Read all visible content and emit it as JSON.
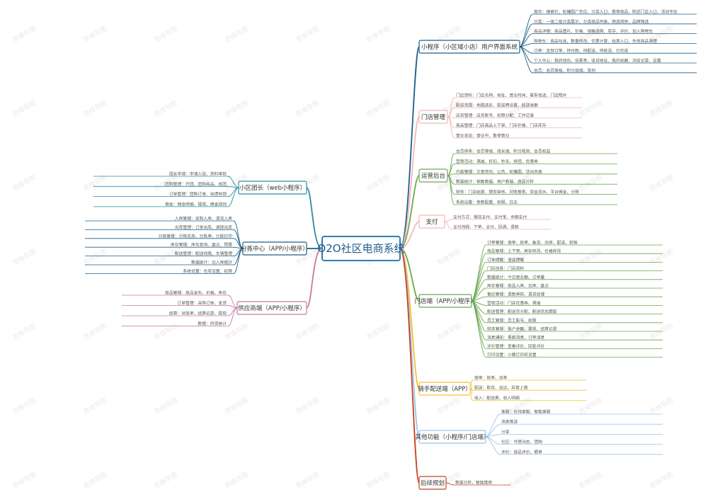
{
  "central_topic": "O2O社区电商系统",
  "branches": [
    {
      "id": "b1",
      "label": "小程序（小区域小店）用户界面系统",
      "color": "#1f5f8b",
      "side": "right",
      "leaves": [
        "首页：搜索栏、轮播图广告位、分类入口、推荐商品、附近门店入口、活动专区",
        "分类：一级二级分类展示、分类商品列表、筛选排序、品牌筛选",
        "商品详情：商品图片、价格、规格选择、库存、评价、加入购物车",
        "购物车：商品勾选、数量修改、优惠计算、结算入口、失效商品清理",
        "订单：全部订单、待付款、待配送、待收货、已完成",
        "个人中心：我的钱包、优惠券、收货地址、我的收藏、浏览记录、设置",
        "会员：会员等级、积分商城、签到"
      ]
    },
    {
      "id": "b2",
      "label": "门店管理",
      "color": "#f4b6b6",
      "side": "right",
      "leaves": [
        "门店资料：门店名称、地址、营业时间、联系电话、门店照片",
        "配送范围：地图选区、配送费设置、起送金额",
        "店员管理：店员账号、权限分配、工作记录",
        "商品管理：门店商品上下架、门店价格、门店库存",
        "营业状态：营业中、暂停营业"
      ]
    },
    {
      "id": "b3",
      "label": "运营后台",
      "color": "#6aa84f",
      "side": "right",
      "leaves": [
        "会员体系：会员等级、成长值、积分规则、会员权益",
        "营销活动：满减、折扣、秒杀、拼团、优惠券",
        "内容管理：文章资讯、公告、轮播图、活动页面",
        "数据统计：销售数据、用户数据、商品分析",
        "财务：门店结算、提现审核、对账报表、资金流水、平台佣金、分账",
        "系统设置：参数配置、权限、日志"
      ]
    },
    {
      "id": "b4",
      "label": "支付",
      "color": "#f4b6b6",
      "side": "right",
      "leaves": [
        "支付方式：微信支付、支付宝、余额支付",
        "支付流程：下单、支付、回调、退款"
      ]
    },
    {
      "id": "b5",
      "label": "门店端（APP/小程序）",
      "color": "#6aa84f",
      "side": "right",
      "leaves": [
        "订单管理：接单、拒单、备货、出库、配送、核销",
        "商品管理：上下架、库存修改、价格修改",
        "订单提醒：语音提醒",
        "门店信息：门店资料",
        "数据统计：今日营业额、订单量",
        "库存管理：商品入库、出库、盘点",
        "售后管理：退款审核、退货处理",
        "营销活动：门店优惠券、满减",
        "配送管理：配送员分配、配送状态跟踪",
        "员工管理：员工账号、权限",
        "财务管理：账户余额、提现、结算记录",
        "消息通知：系统消息、订单消息",
        "评价管理：查看评价、回复评价",
        "打印设置：小票打印机设置"
      ]
    },
    {
      "id": "b6",
      "label": "骑手配送端（APP）",
      "color": "#f1c232",
      "side": "right",
      "leaves": [
        "接单：抢单、派单",
        "配送：取货、送达、异常上报",
        "收入：配送费、收入明细"
      ]
    },
    {
      "id": "b7",
      "label": "其他功能（小程序/门店端）",
      "color": "#9fc5e8",
      "side": "right",
      "leaves": [
        "客服：在线客服、智能客服",
        "消息推送",
        "分享",
        "社区：邻里动态、团购",
        "评价：商品评价、晒单"
      ]
    },
    {
      "id": "b8",
      "label": "后续规划",
      "color": "#cc4125",
      "side": "right",
      "leaves": [
        "数据分析、智能推荐"
      ]
    },
    {
      "id": "b9",
      "label": "小区团长（web小程序）",
      "color": "#2e8ba5",
      "side": "left",
      "leaves": [
        "团长申请：申请入驻、资料审核",
        "团购管理：开团、团购商品、成团",
        "订单管理：团购订单、自提核销",
        "佣金：佣金明细、提现、佣金规则"
      ]
    },
    {
      "id": "b10",
      "label": "分拣中心（APP/小程序）",
      "color": "#1f5f8b",
      "side": "left",
      "leaves": [
        "入库管理：采购入库、退货入库",
        "出库管理：订单出库、调拨出库",
        "分拣管理：分拣任务、分拣单、分拣打印",
        "库存管理：库存查询、盘点、预警",
        "配送管理：配送线路、车辆管理",
        "数据统计：出入库统计",
        "系统设置：仓库设置、权限"
      ]
    },
    {
      "id": "b11",
      "label": "供应商端（APP/小程序）",
      "color": "#c27ba0",
      "side": "left",
      "leaves": [
        "商品管理：商品发布、价格、库存",
        "订单管理：采购订单、发货",
        "结算：对账单、结算记录、提现",
        "数据：供货统计"
      ]
    }
  ],
  "watermark": "思维导图"
}
